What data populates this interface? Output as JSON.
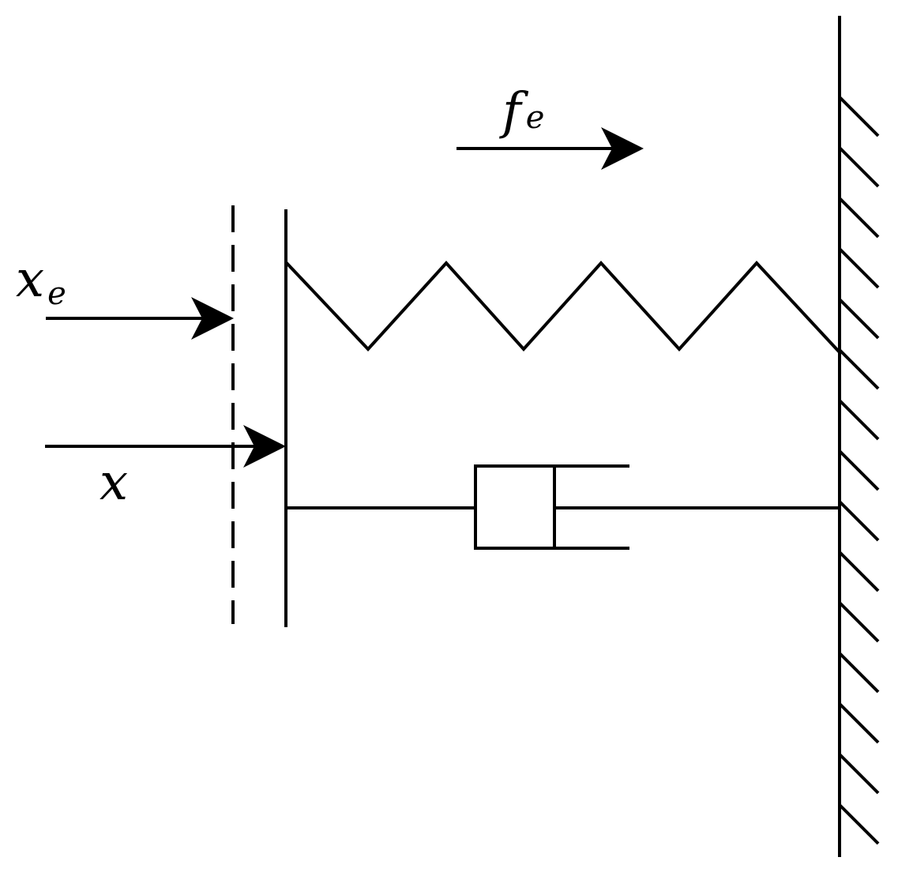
{
  "labels": {
    "force": {
      "base": "f",
      "sub": "e"
    },
    "equilibrium_position": {
      "base": "x",
      "sub": "e"
    },
    "position": {
      "base": "x",
      "sub": ""
    }
  },
  "colors": {
    "line": "#000000",
    "background": "#ffffff"
  }
}
